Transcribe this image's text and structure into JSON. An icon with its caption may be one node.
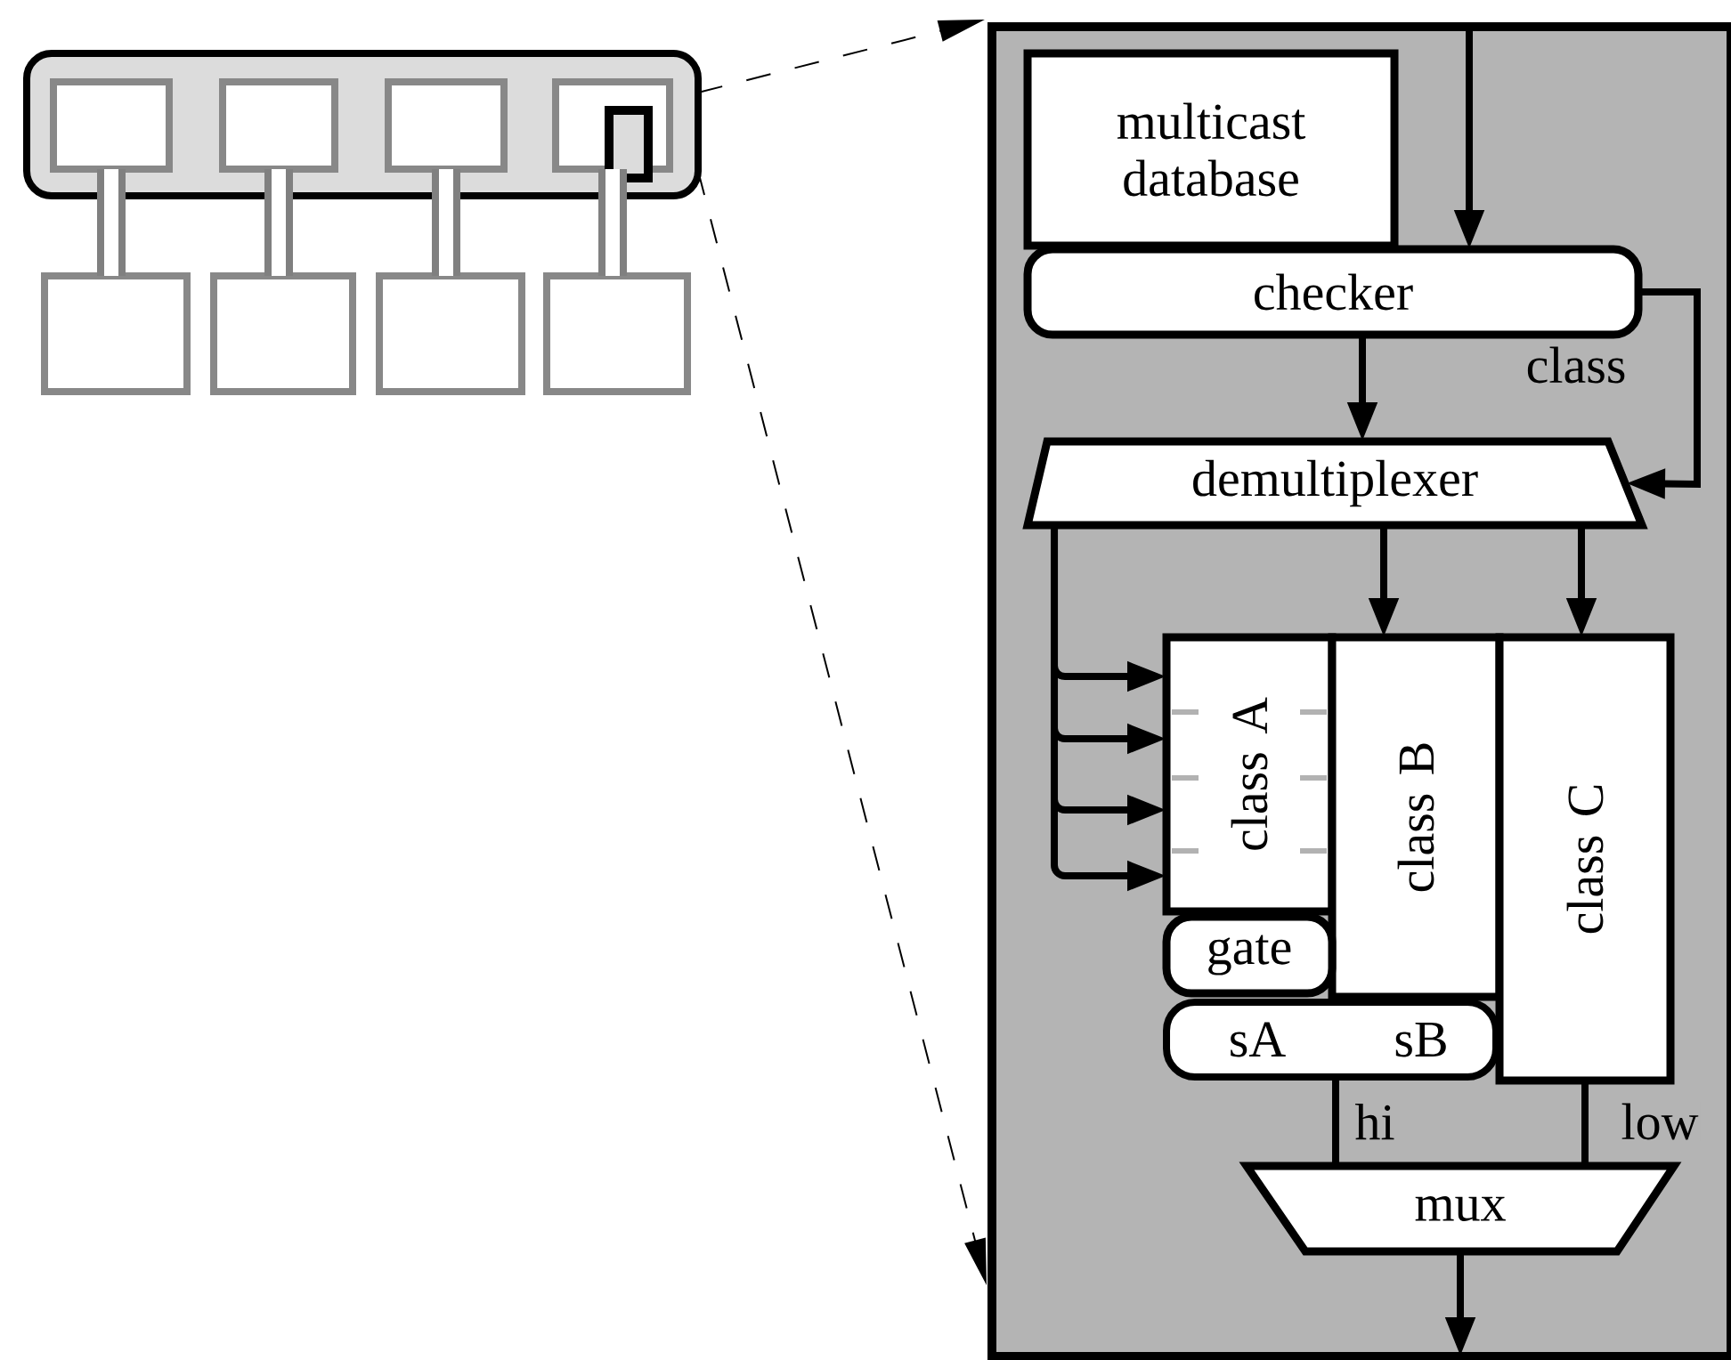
{
  "diagram": {
    "nodes": [
      {
        "text": [],
        "shape": "box"
      },
      {
        "text": [],
        "shape": "box",
        "in": 0
      },
      {
        "text": [],
        "shape": "box",
        "in": 0
      },
      {
        "text": [],
        "shape": "box",
        "in": 0
      },
      {
        "text": [],
        "shape": "box",
        "in": 0
      },
      {
        "text": [],
        "shape": "box"
      },
      {
        "text": [],
        "shape": "box"
      },
      {
        "text": [],
        "shape": "box"
      },
      {
        "text": [],
        "shape": "box"
      },
      {
        "text": [],
        "shape": "box",
        "in": 0
      },
      {
        "text": [],
        "shape": "box"
      },
      {
        "text": [
          "multicast database"
        ],
        "in": 10
      },
      {
        "text": [
          "checker"
        ],
        "in": 10
      },
      {
        "text": [
          "demultiplexer"
        ],
        "in": 10
      },
      {
        "text": [
          "class A"
        ],
        "in": 10
      },
      {
        "text": [
          "class B"
        ],
        "in": 10
      },
      {
        "text": [
          "class C"
        ],
        "in": 10
      },
      {
        "text": [
          "gate"
        ],
        "in": 10
      },
      {
        "text": [
          "sA",
          "sB"
        ],
        "in": 10
      },
      {
        "text": [
          "mux"
        ],
        "in": 10
      }
    ],
    "edges": [
      {
        "from": 1,
        "to": 5,
        "arrow": "none",
        "style": "thick",
        "color": "#808080"
      },
      {
        "from": 2,
        "to": 6,
        "arrow": "none",
        "style": "thick",
        "color": "#808080"
      },
      {
        "from": 3,
        "to": 7,
        "arrow": "none",
        "style": "thick",
        "color": "#808080"
      },
      {
        "from": 4,
        "to": 8,
        "arrow": "none",
        "style": "thick",
        "color": "#808080"
      },
      {
        "from": 0,
        "to": 10,
        "arrow": "to",
        "style": "dashed"
      },
      {
        "from": 0,
        "to": 10,
        "arrow": "to",
        "style": "dashed"
      },
      {
        "from": null,
        "to": 12,
        "arrow": "to"
      },
      {
        "from": 12,
        "to": 13,
        "arrow": "to"
      },
      {
        "from": 12,
        "to": 13,
        "arrow": "to",
        "label": "class"
      },
      {
        "from": 13,
        "to": 15,
        "arrow": "to"
      },
      {
        "from": 13,
        "to": 16,
        "arrow": "to"
      },
      {
        "from": 13,
        "to": 14,
        "arrow": "to"
      },
      {
        "from": 13,
        "to": 14,
        "arrow": "to"
      },
      {
        "from": 13,
        "to": 14,
        "arrow": "to"
      },
      {
        "from": 13,
        "to": 14,
        "arrow": "to"
      },
      {
        "from": 18,
        "to": 19,
        "arrow": "none",
        "label": "hi"
      },
      {
        "from": 16,
        "to": 19,
        "arrow": "none",
        "label": "low"
      },
      {
        "from": 19,
        "to": null,
        "arrow": "to"
      }
    ]
  }
}
